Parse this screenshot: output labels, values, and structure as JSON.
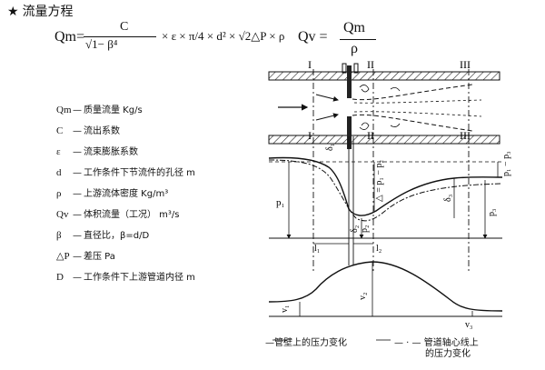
{
  "header": {
    "star": "★",
    "title": "流量方程"
  },
  "formula_qm": {
    "lhs": "Qm=",
    "numerator": "C",
    "denominator": "√1− β⁴",
    "rest": "× ε × π/4 × d² × √2△P × ρ"
  },
  "formula_qv": {
    "lhs": "Qv =",
    "numerator": "Qm",
    "denominator": "ρ"
  },
  "legend": [
    {
      "symbol": "Qm",
      "text": "质量流量 Kg/s"
    },
    {
      "symbol": "C",
      "text": "流出系数"
    },
    {
      "symbol": "ε",
      "text": "流束膨胀系数"
    },
    {
      "symbol": "d",
      "text": "工作条件下节流件的孔径    m"
    },
    {
      "symbol": "ρ",
      "text": "上游流体密度  Kg/m³"
    },
    {
      "symbol": "Qv",
      "text": "体积流量（工况）   m³/s"
    },
    {
      "symbol": "β",
      "text": "直径比，β=d/D"
    },
    {
      "symbol": "△P",
      "text": "差压 Pa"
    },
    {
      "symbol": "D",
      "text": "工作条件下上游管道内径  m"
    }
  ],
  "diagram": {
    "sections": {
      "s1": "I",
      "s2": "II",
      "s3": "III"
    },
    "labels": {
      "delta1": "δ₁",
      "delta2": "δ₂",
      "delta3": "δ₃",
      "dp": "△ = p₁ − p₂",
      "p1": "p₁",
      "p2": "p₂",
      "p3": "p₃",
      "p1p3": "p₁ − p₃",
      "l1": "l₁",
      "l2": "l₂",
      "v1": "v₁",
      "v2": "v₂",
      "v3": "v₃"
    },
    "caption_wall": "—管壁上的压力变化",
    "caption_axis_1": "— · — 管道轴心线上",
    "caption_axis_2": "的压力变化"
  }
}
